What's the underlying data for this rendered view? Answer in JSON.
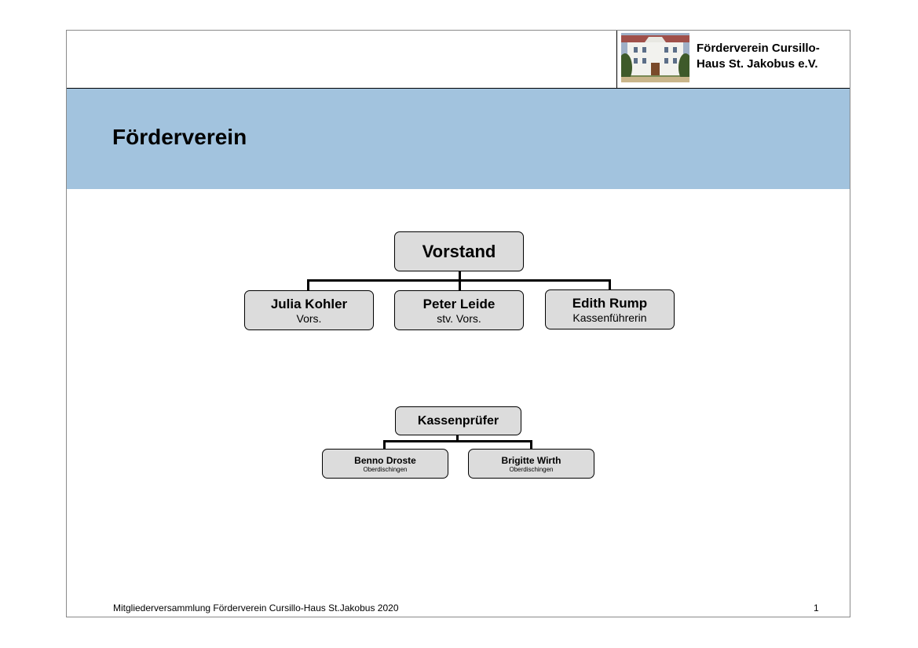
{
  "header": {
    "org_name_line1": "Förderverein Cursillo-",
    "org_name_line2": "Haus St. Jakobus e.V."
  },
  "title": "Förderverein",
  "board": {
    "head": "Vorstand",
    "members": [
      {
        "name": "Julia Kohler",
        "role": "Vors."
      },
      {
        "name": "Peter Leide",
        "role": "stv. Vors."
      },
      {
        "name": "Edith Rump",
        "role": "Kassenführerin"
      }
    ]
  },
  "auditors": {
    "head": "Kassenprüfer",
    "members": [
      {
        "name": "Benno Droste",
        "place": "Oberdischingen"
      },
      {
        "name": "Brigitte Wirth",
        "place": "Oberdischingen"
      }
    ]
  },
  "footer": {
    "text": "Mitgliederversammlung Förderverein Cursillo-Haus St.Jakobus 2020",
    "page": "1"
  }
}
